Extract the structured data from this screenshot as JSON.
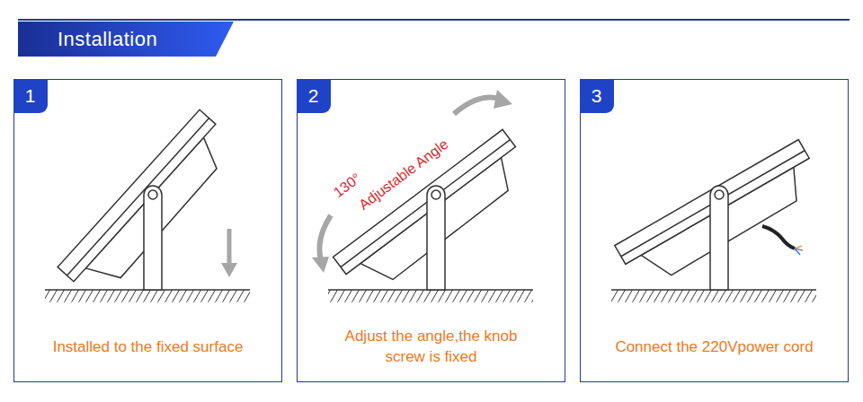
{
  "diagram": {
    "title": "Installation",
    "nodes": [
      {
        "text": [
          "Installed to the fixed surface"
        ]
      },
      {
        "text": [
          "1"
        ],
        "in": 0
      },
      {
        "text": [
          "Adjust the angle,the knob screw is fixed"
        ]
      },
      {
        "text": [
          "2"
        ],
        "in": 2
      },
      {
        "text": [
          "Connect the 220Vpower cord"
        ]
      },
      {
        "text": [
          "3"
        ],
        "in": 4
      }
    ],
    "labels": [
      "130°",
      "Adjustable Angle"
    ]
  }
}
